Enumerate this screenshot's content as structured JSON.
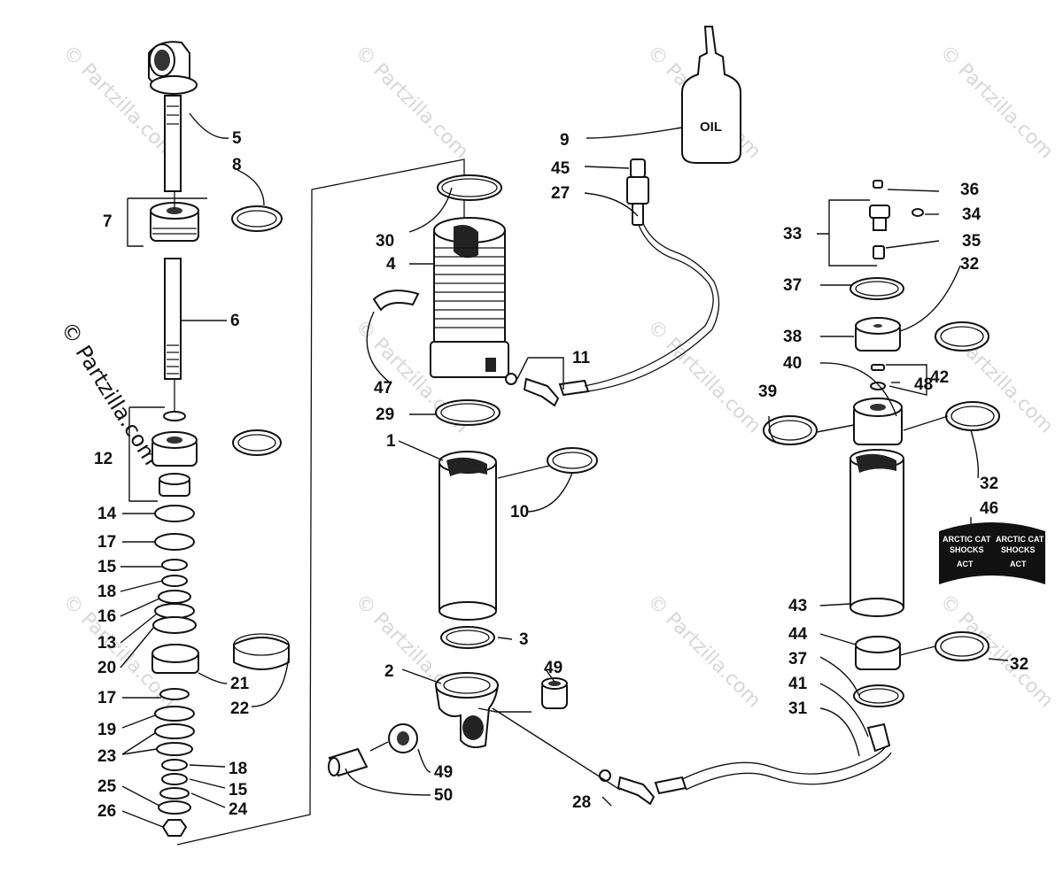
{
  "watermark": {
    "text": "© Partzilla.com",
    "side_text": "© Partzilla.com"
  },
  "bottle_label": "OIL",
  "decal": {
    "line1": "ARCTIC CAT",
    "line2": "SHOCKS",
    "logo": "ACT"
  },
  "callouts": {
    "c1": "1",
    "c2": "2",
    "c3": "3",
    "c4": "4",
    "c5": "5",
    "c6": "6",
    "c7": "7",
    "c8": "8",
    "c9": "9",
    "c10": "10",
    "c11": "11",
    "c12": "12",
    "c13": "13",
    "c14": "14",
    "c15a": "15",
    "c15b": "15",
    "c16": "16",
    "c17a": "17",
    "c17b": "17",
    "c18a": "18",
    "c18b": "18",
    "c19": "19",
    "c20": "20",
    "c21": "21",
    "c22": "22",
    "c23": "23",
    "c24": "24",
    "c25": "25",
    "c26": "26",
    "c27": "27",
    "c28": "28",
    "c29": "29",
    "c30": "30",
    "c31": "31",
    "c32a": "32",
    "c32b": "32",
    "c32c": "32",
    "c33": "33",
    "c34": "34",
    "c35": "35",
    "c36": "36",
    "c37a": "37",
    "c37b": "37",
    "c38": "38",
    "c39": "39",
    "c40": "40",
    "c41": "41",
    "c42": "42",
    "c43": "43",
    "c44": "44",
    "c45": "45",
    "c46": "46",
    "c47": "47",
    "c48": "48",
    "c49a": "49",
    "c49b": "49",
    "c50": "50"
  }
}
